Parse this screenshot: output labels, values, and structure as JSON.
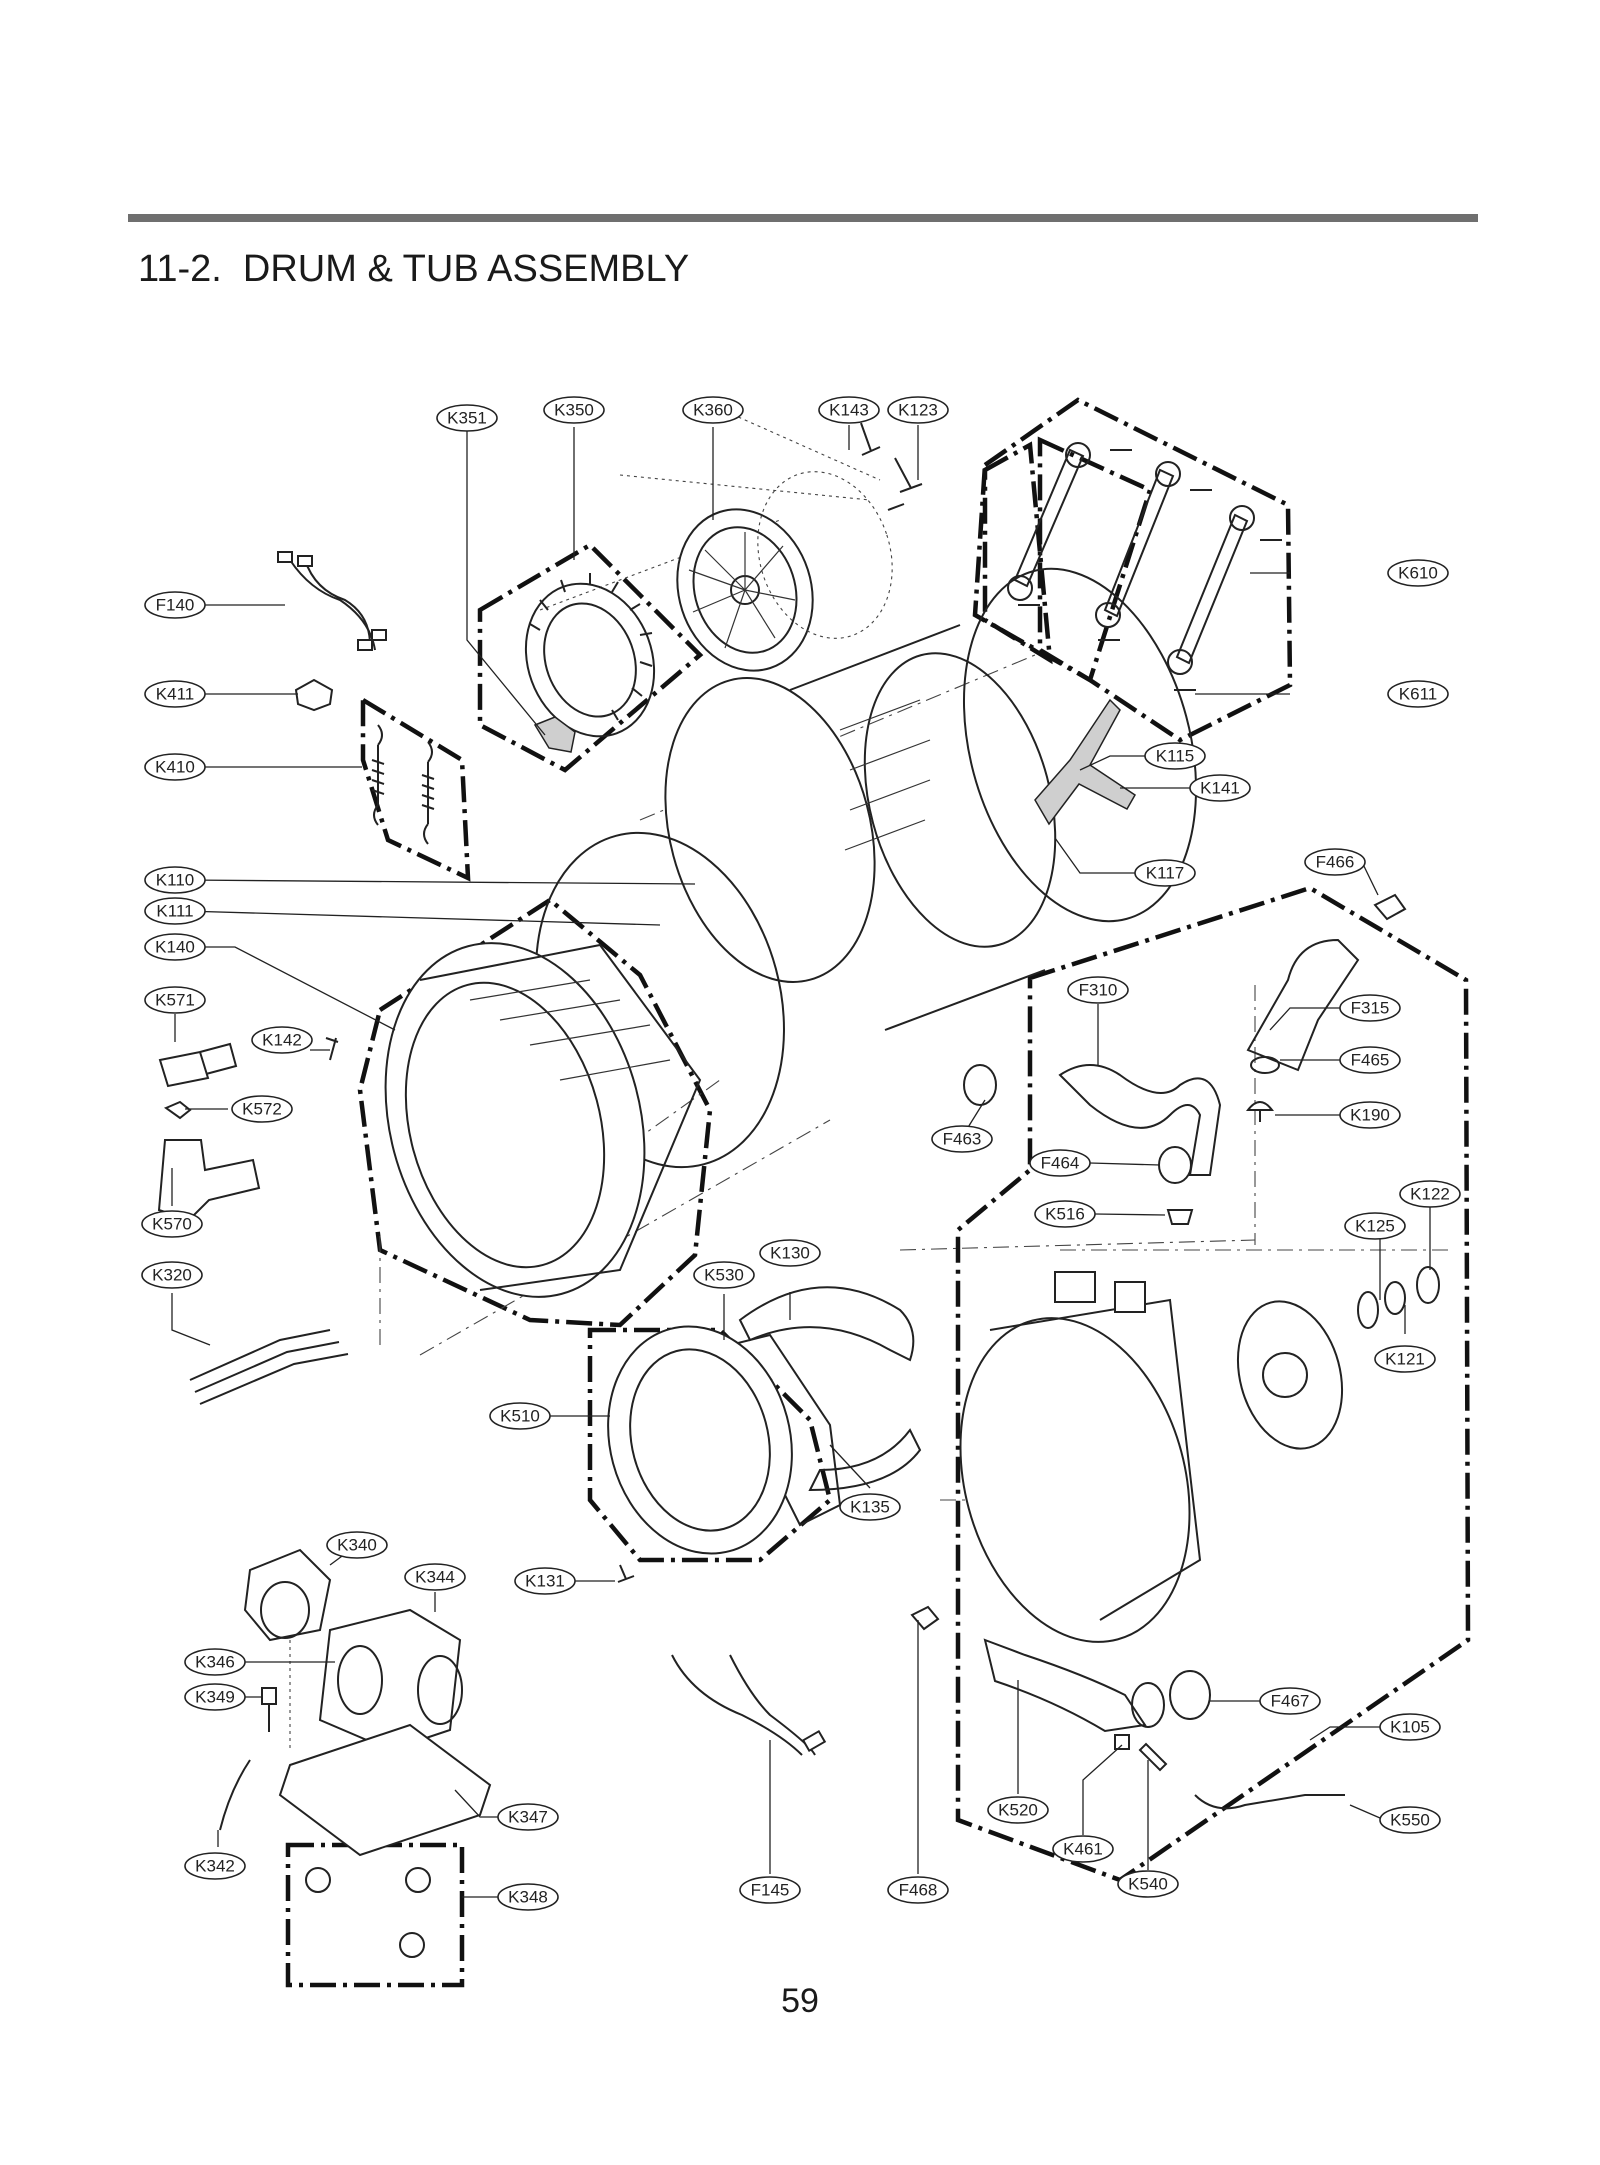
{
  "header": {
    "title": "11-2.  DRUM & TUB ASSEMBLY"
  },
  "page_number": "59",
  "callouts": [
    "K351",
    "K350",
    "K360",
    "K143",
    "K123",
    "K610",
    "K611",
    "F140",
    "K411",
    "K410",
    "K115",
    "K141",
    "K117",
    "F466",
    "K110",
    "K111",
    "K140",
    "K571",
    "K142",
    "K572",
    "F310",
    "F315",
    "F465",
    "K190",
    "F463",
    "F464",
    "K516",
    "K122",
    "K125",
    "K121",
    "K570",
    "K320",
    "K530",
    "K130",
    "K510",
    "K135",
    "K340",
    "K344",
    "K131",
    "K346",
    "K349",
    "K347",
    "K342",
    "K348",
    "F145",
    "F468",
    "F467",
    "K105",
    "K520",
    "K461",
    "K540",
    "K550"
  ]
}
